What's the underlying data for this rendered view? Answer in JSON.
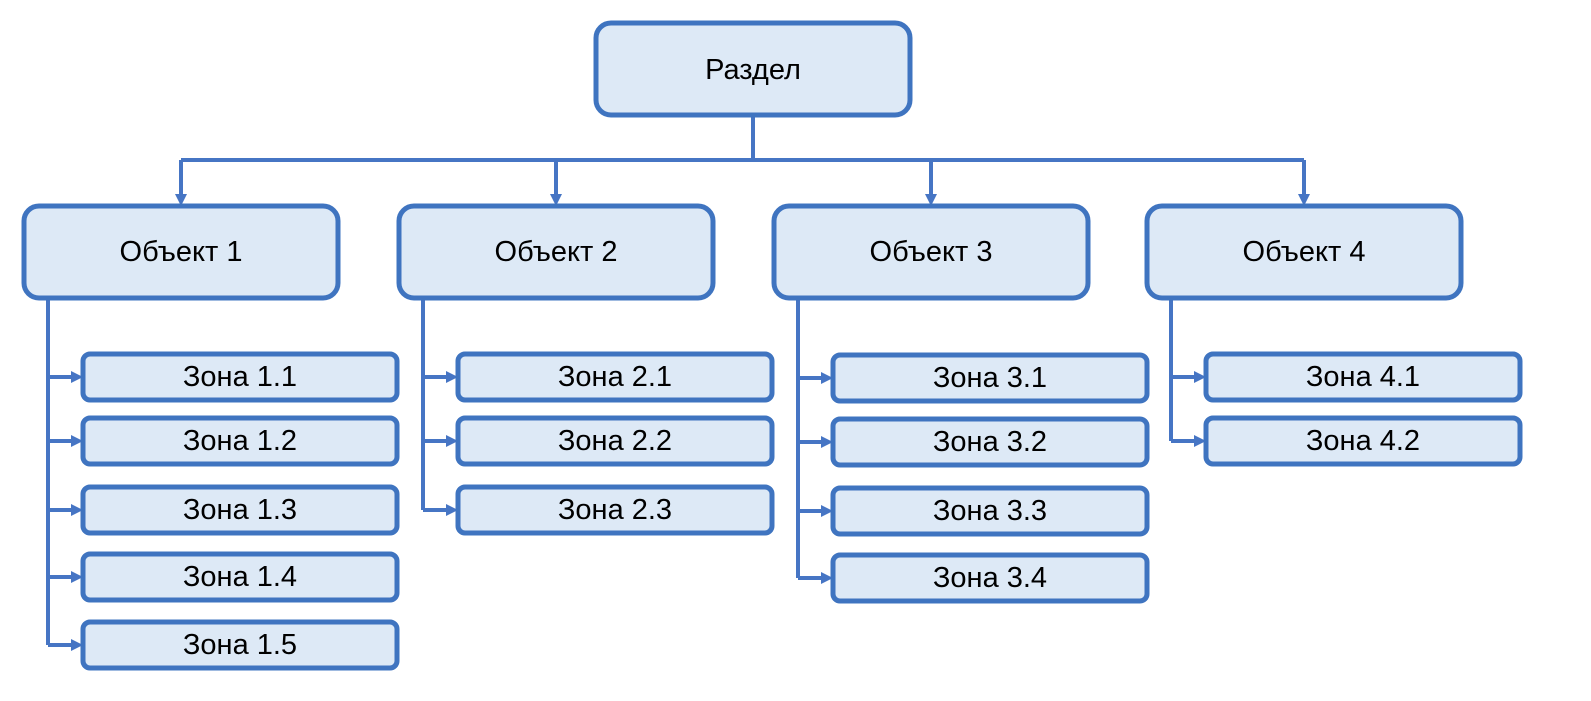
{
  "root": {
    "label": "Раздел"
  },
  "objects": [
    {
      "label": "Объект 1",
      "zones": [
        "Зона 1.1",
        "Зона 1.2",
        "Зона 1.3",
        "Зона 1.4",
        "Зона 1.5"
      ]
    },
    {
      "label": "Объект 2",
      "zones": [
        "Зона 2.1",
        "Зона 2.2",
        "Зона 2.3"
      ]
    },
    {
      "label": "Объект 3",
      "zones": [
        "Зона 3.1",
        "Зона 3.2",
        "Зона 3.3",
        "Зона 3.4"
      ]
    },
    {
      "label": "Объект 4",
      "zones": [
        "Зона 4.1",
        "Зона 4.2"
      ]
    }
  ],
  "colors": {
    "box_fill": "#dde9f6",
    "box_stroke": "#3f74c0",
    "connector": "#4675c4"
  }
}
